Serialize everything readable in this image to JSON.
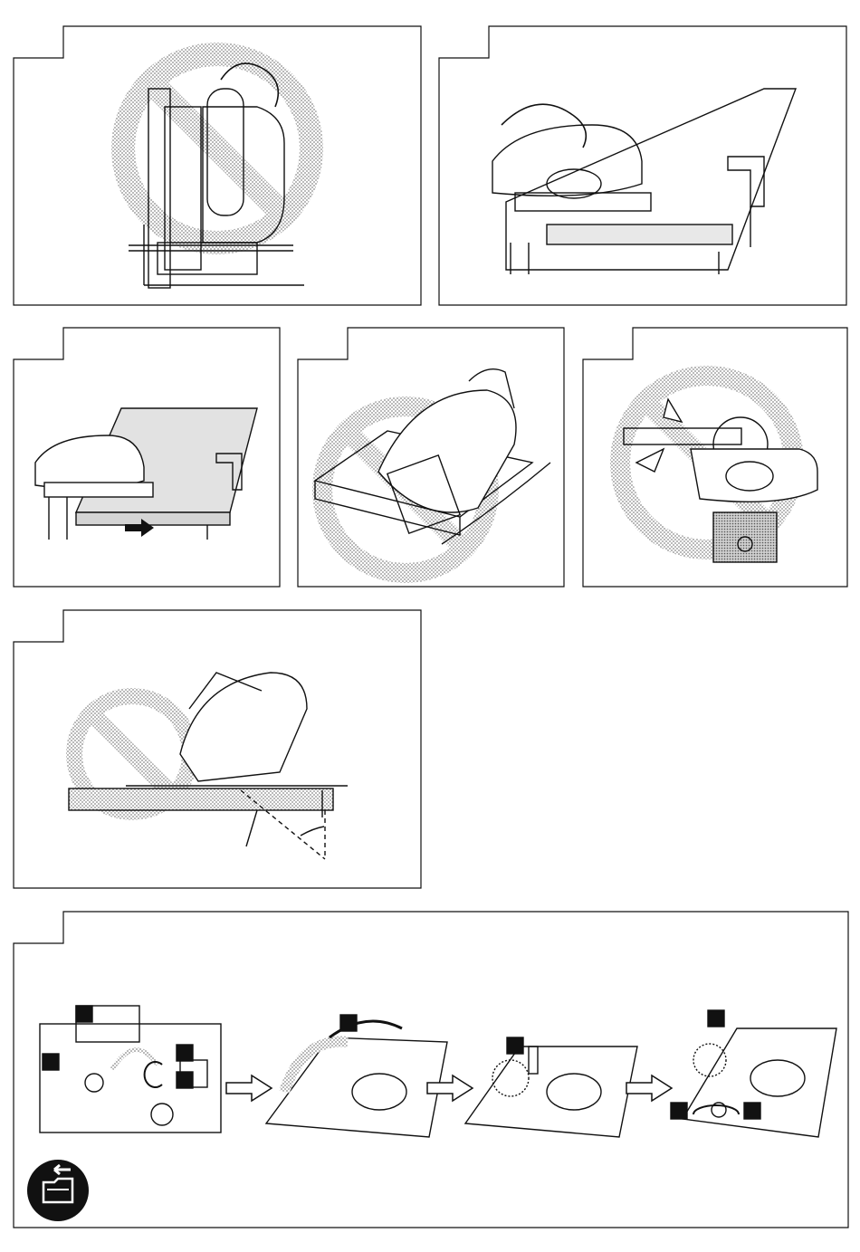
{
  "page": {
    "type": "instruction-manual-illustration-page",
    "panels": [
      {
        "id": "p1",
        "prohibited": true,
        "subject": "hand-under-base"
      },
      {
        "id": "p2",
        "prohibited": false,
        "subject": "clamped-board-cut"
      },
      {
        "id": "p3",
        "prohibited": false,
        "subject": "cut-off-feed-arrow"
      },
      {
        "id": "p4",
        "prohibited": true,
        "subject": "hand-in-blade-path"
      },
      {
        "id": "p5",
        "prohibited": true,
        "subject": "kickback"
      },
      {
        "id": "p6",
        "prohibited": true,
        "subject": "bevel-cut-clamped"
      },
      {
        "id": "p7",
        "prohibited": false,
        "subject": "blade-replacement-steps",
        "step_count": 4
      }
    ],
    "colors": {
      "line": "#111111",
      "stipple": "#9a9a9a",
      "badge": "#111111",
      "background": "#ffffff"
    },
    "icons": [
      "prohibited-icon",
      "arrow-right-icon",
      "battery-removal-icon",
      "rotate-arrow-icon"
    ]
  }
}
